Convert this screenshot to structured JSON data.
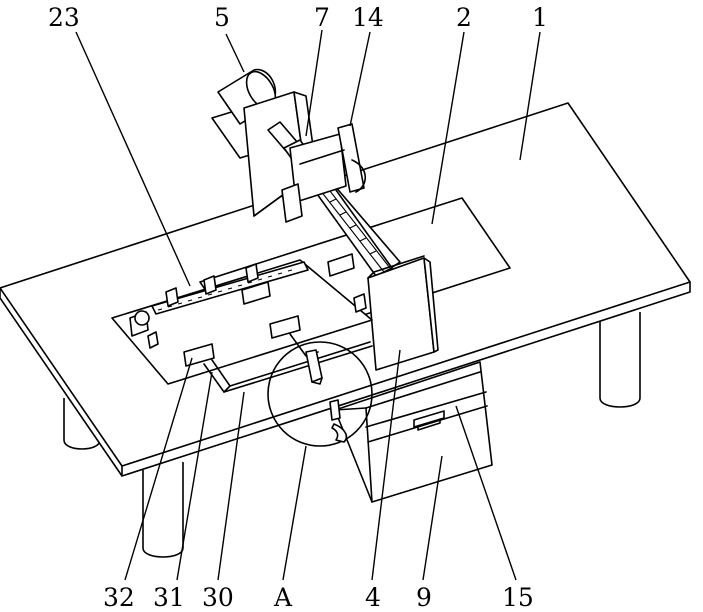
{
  "labels": {
    "top": [
      "23",
      "5",
      "7",
      "14",
      "2",
      "1"
    ],
    "bottom": [
      "32",
      "31",
      "30",
      "A",
      "4",
      "9",
      "15"
    ]
  }
}
